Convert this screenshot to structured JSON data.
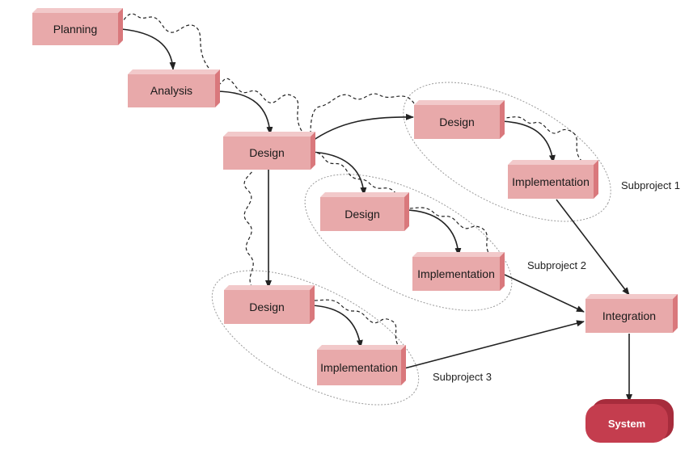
{
  "nodes": {
    "planning": "Planning",
    "analysis": "Analysis",
    "design_main": "Design",
    "design_sub1": "Design",
    "implementation_sub1": "Implementation",
    "design_sub2": "Design",
    "implementation_sub2": "Implementation",
    "design_sub3": "Design",
    "implementation_sub3": "Implementation",
    "integration": "Integration",
    "system": "System"
  },
  "subprojects": {
    "sub1": "Subproject 1",
    "sub2": "Subproject 2",
    "sub3": "Subproject 3"
  },
  "colors": {
    "box_face": "#e8a9aa",
    "box_side": "#d9787c",
    "box_top": "#f2c9ca",
    "system_fill": "#c43d4e",
    "arrow": "#222222",
    "ellipse": "#999999"
  }
}
